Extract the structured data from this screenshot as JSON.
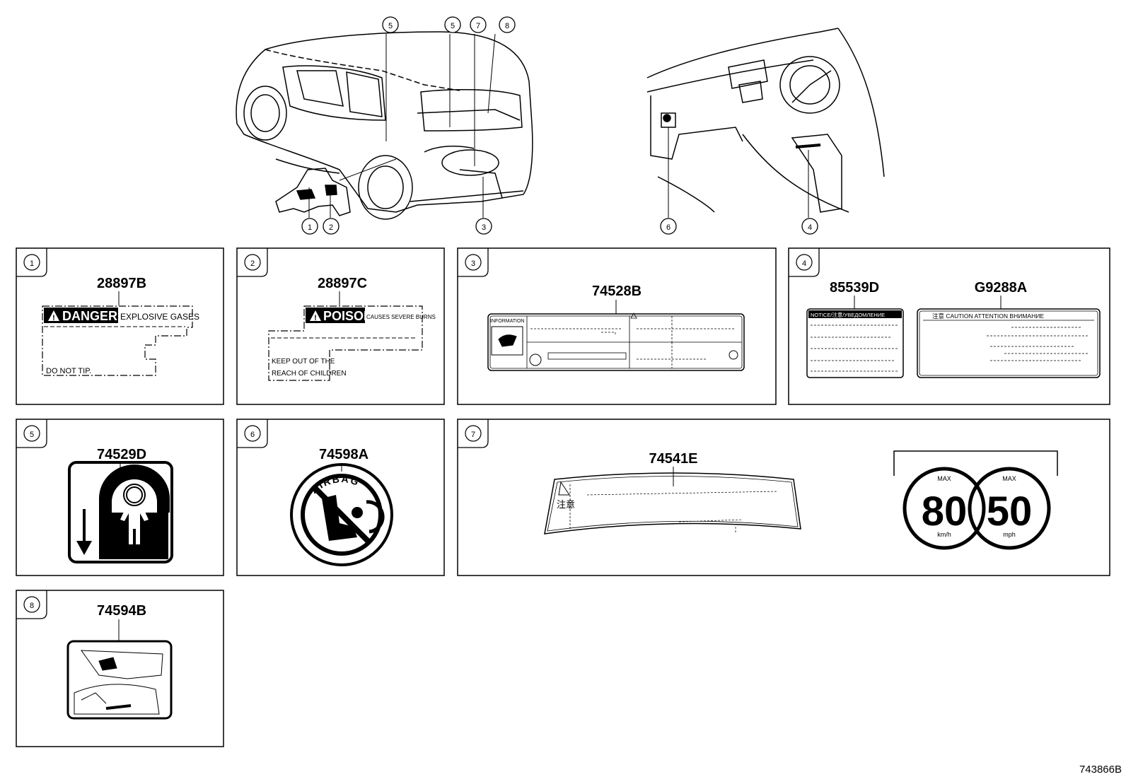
{
  "diagram_id": "743866B",
  "callouts": [
    "1",
    "2",
    "3",
    "4",
    "5",
    "6",
    "7",
    "8"
  ],
  "panels": [
    {
      "num": "1",
      "parts": [
        "28897B"
      ],
      "label_1": {
        "header": "DANGER",
        "header_sub": "EXPLOSIVE GASES",
        "footer": "DO NOT TIP."
      }
    },
    {
      "num": "2",
      "parts": [
        "28897C"
      ],
      "label_2": {
        "header": "POISON",
        "header_sub": "CAUSES SEVERE BURNS",
        "footer_1": "KEEP OUT OF THE",
        "footer_2": "REACH OF CHILDREN"
      }
    },
    {
      "num": "3",
      "parts": [
        "74528B"
      ],
      "label_3": {
        "info": "INFORMATION"
      }
    },
    {
      "num": "4",
      "parts": [
        "85539D",
        "G9288A"
      ],
      "label_4a": {
        "header": "NOTICE/注意/УВЕДОМЛЕНИЕ"
      },
      "label_4b": {
        "header": "注意 CAUTION ATTENTION ВНИМАНИЕ"
      }
    },
    {
      "num": "5",
      "parts": [
        "74529D"
      ]
    },
    {
      "num": "6",
      "parts": [
        "74598A"
      ],
      "label_6": {
        "text": "AIRBAG"
      }
    },
    {
      "num": "7",
      "parts": [
        "74541E"
      ],
      "label_7": {
        "jp": "注意",
        "speed_1": {
          "max": "MAX",
          "value": "80",
          "unit": "km/h"
        },
        "speed_2": {
          "max": "MAX",
          "value": "50",
          "unit": "mph"
        }
      }
    },
    {
      "num": "8",
      "parts": [
        "74594B"
      ]
    }
  ],
  "colors": {
    "line": "#000000",
    "background": "#ffffff"
  }
}
